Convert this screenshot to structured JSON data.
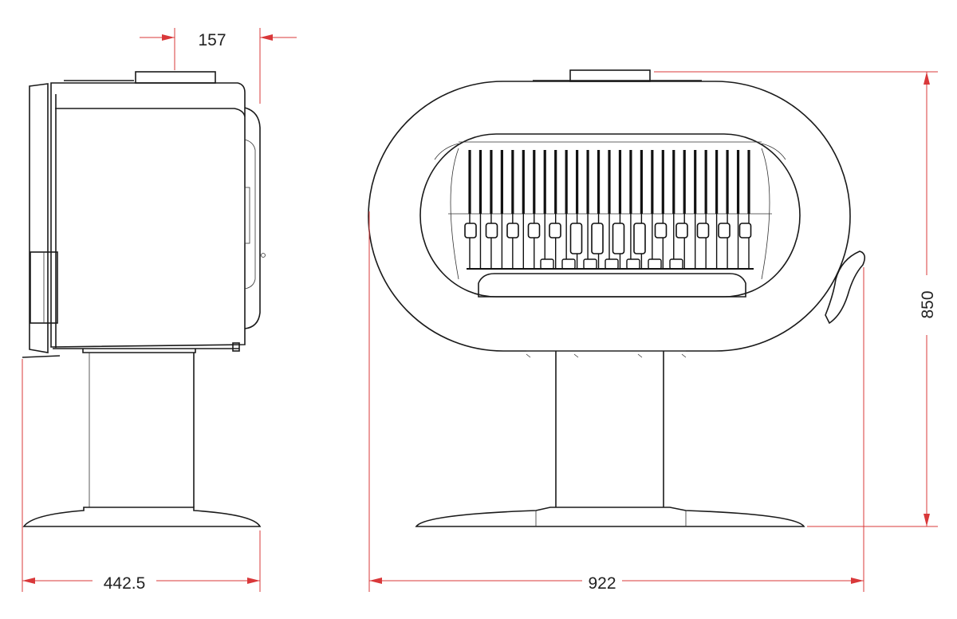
{
  "colors": {
    "line": "#1a1a1a",
    "dimension": "#d9383a"
  },
  "side_view": {
    "dimension_flue_offset": "157",
    "dimension_depth": "442.5"
  },
  "front_view": {
    "dimension_width": "922",
    "dimension_height": "850",
    "grate_bar_count": 27
  }
}
